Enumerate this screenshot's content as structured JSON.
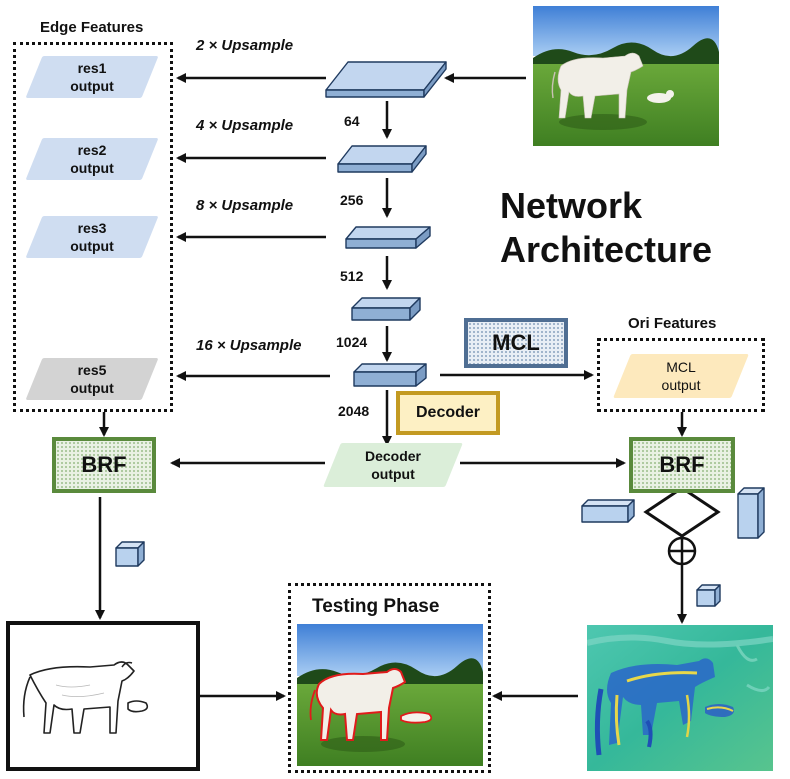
{
  "title": {
    "line1": "Network",
    "line2": "Architecture"
  },
  "groups": {
    "edge_features": "Edge Features",
    "ori_features": "Ori Features",
    "testing_phase": "Testing Phase"
  },
  "upsample": {
    "u2": "2 × Upsample",
    "u4": "4 × Upsample",
    "u8": "8 × Upsample",
    "u16": "16 × Upsample"
  },
  "channels": {
    "c64": "64",
    "c256": "256",
    "c512": "512",
    "c1024": "1024",
    "c2048": "2048"
  },
  "outputs": {
    "res1": [
      "res1",
      "output"
    ],
    "res2": [
      "res2",
      "output"
    ],
    "res3": [
      "res3",
      "output"
    ],
    "res5": [
      "res5",
      "output"
    ],
    "decoder": [
      "Decoder",
      "output"
    ],
    "mcl": [
      "MCL",
      "output"
    ]
  },
  "blocks": {
    "brf_left": "BRF",
    "brf_right": "BRF",
    "mcl": "MCL",
    "decoder": "Decoder"
  },
  "colors": {
    "res_output": "#cfddf1",
    "res5_output": "#d3d3d3",
    "decoder_output": "#dbeed9",
    "mcl_output": "#fde9bd",
    "brf_border": "#5a8a3c",
    "mcl_border": "#4f6e93",
    "decoder_border": "#c39a22",
    "cube": "#b9d2ee"
  }
}
